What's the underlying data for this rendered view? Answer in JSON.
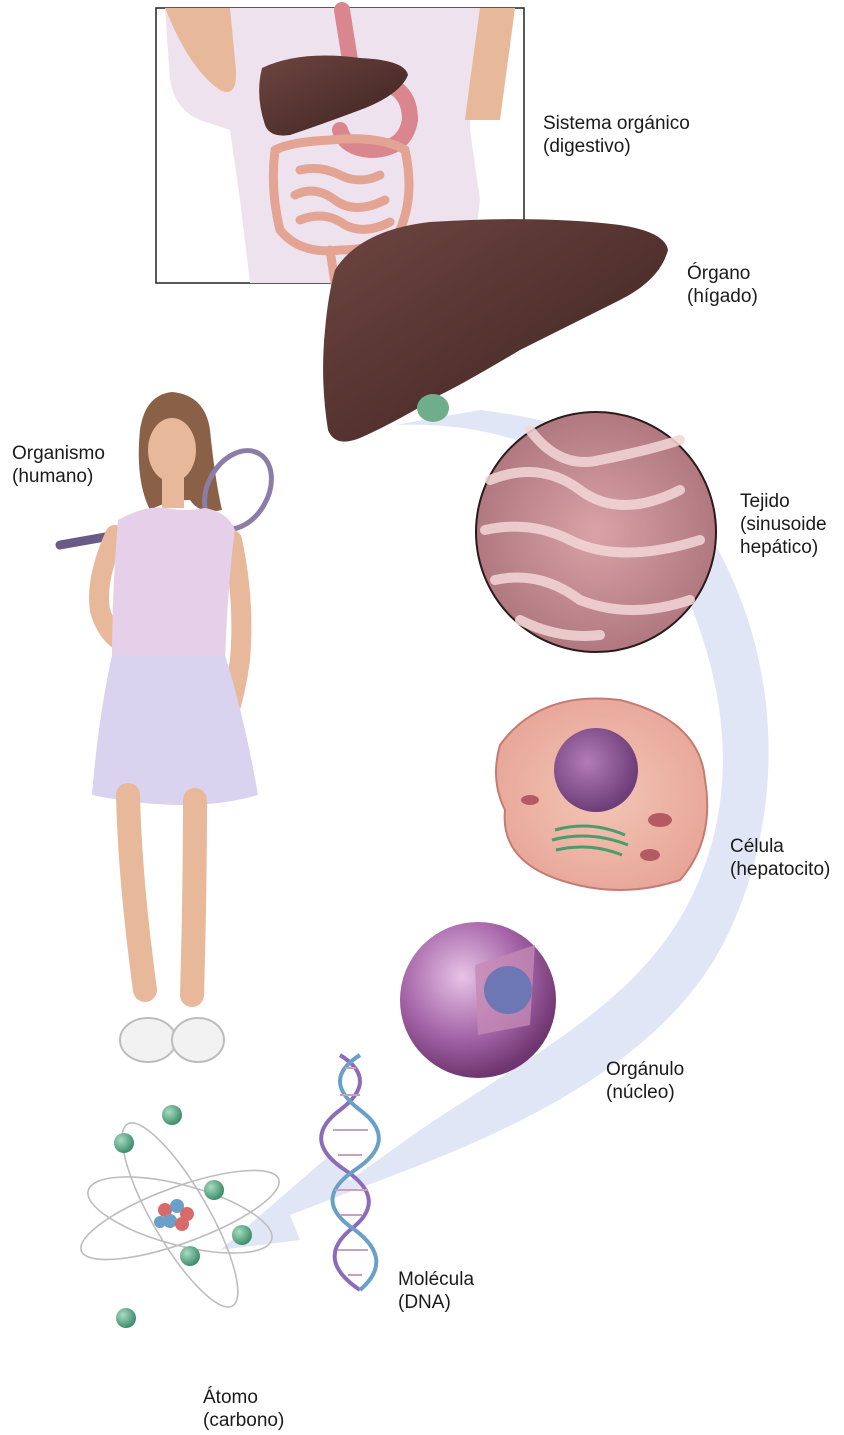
{
  "levels": [
    {
      "name": "Sistema orgánico",
      "detail": "(digestivo)"
    },
    {
      "name": "Órgano",
      "detail": "(hígado)"
    },
    {
      "name": "Organismo",
      "detail": "(humano)"
    },
    {
      "name": "Tejido",
      "detail": "(sinusoide",
      "detail2": "hepático)"
    },
    {
      "name": "Célula",
      "detail": "(hepatocito)"
    },
    {
      "name": "Orgánulo",
      "detail": "(núcleo)"
    },
    {
      "name": "Molécula",
      "detail": "(DNA)"
    },
    {
      "name": "Átomo",
      "detail": "(carbono)"
    }
  ],
  "colors": {
    "arrow": "#dfe5f5",
    "liver": "#5b3632",
    "intestine": "#e9b09f",
    "shirt": "#e6cfe8",
    "skirt": "#d9d3ef",
    "skin": "#e8b89a",
    "nucleus": "#8a4f8e",
    "atom_green": "#5aae8a"
  }
}
